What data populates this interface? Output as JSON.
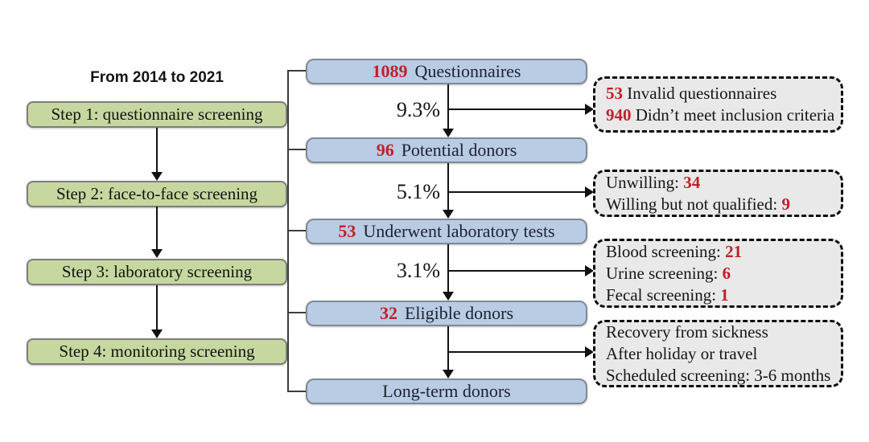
{
  "title": "From 2014 to 2021",
  "steps": [
    "Step 1: questionnaire screening",
    "Step 2:  face-to-face screening",
    "Step 3: laboratory screening",
    "Step 4: monitoring screening"
  ],
  "flow_boxes": [
    {
      "number": "1089",
      "label": "Questionnaires"
    },
    {
      "number": "96",
      "label": "Potential donors"
    },
    {
      "number": "53",
      "label": "Underwent laboratory tests"
    },
    {
      "number": "32",
      "label": "Eligible donors"
    },
    {
      "number": "",
      "label": "Long-term donors"
    }
  ],
  "percent_labels": [
    "9.3%",
    "5.1%",
    "3.1%"
  ],
  "right_boxes": [
    {
      "lines": [
        {
          "pre": "",
          "num": "53",
          "post": " Invalid questionnaires"
        },
        {
          "pre": "",
          "num": "940",
          "post": " Didn’t meet inclusion criteria"
        }
      ]
    },
    {
      "lines": [
        {
          "pre": "Unwilling: ",
          "num": "34",
          "post": ""
        },
        {
          "pre": "Willing but not qualified: ",
          "num": "9",
          "post": ""
        }
      ]
    },
    {
      "lines": [
        {
          "pre": "Blood screening: ",
          "num": "21",
          "post": ""
        },
        {
          "pre": "Urine screening: ",
          "num": "6",
          "post": ""
        },
        {
          "pre": "Fecal screening: ",
          "num": "1",
          "post": ""
        }
      ]
    },
    {
      "lines": [
        {
          "pre": "Recovery from sickness",
          "num": "",
          "post": ""
        },
        {
          "pre": "After holiday or travel",
          "num": "",
          "post": ""
        },
        {
          "pre": "Scheduled screening: 3-6 months",
          "num": "",
          "post": ""
        }
      ]
    }
  ],
  "colors": {
    "accent_red": "#c0202a",
    "green_fill": "#c6d8a0",
    "blue_fill": "#b9cce4",
    "blue_border": "#7f8a96",
    "gray_fill": "#e9e9e9",
    "box_border_gray": "#7d7d7d"
  }
}
